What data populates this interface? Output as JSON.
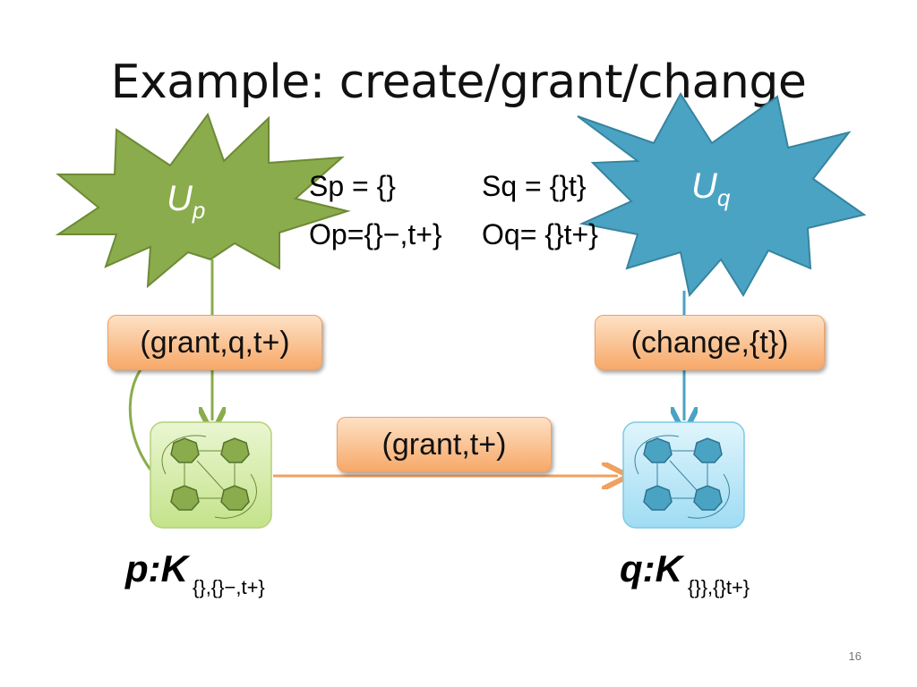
{
  "title": "Example: create/grant/change",
  "slide_number": "16",
  "stars": {
    "up": {
      "main": "U",
      "sub": "p"
    },
    "uq": {
      "main": "U",
      "sub": "q"
    }
  },
  "sets": {
    "sp": "Sp = {}",
    "op": "Op={}−,t+}",
    "sq": "Sq = {}t}",
    "oq": "Oq= {}t+}"
  },
  "labels": {
    "grant_q": "(grant,q,t+)",
    "change": "(change,{t})",
    "grant_t": "(grant,t+)"
  },
  "nodes": {
    "p": {
      "label": "p:K",
      "sub": "{},{}−,t+}"
    },
    "q": {
      "label": "q:K",
      "sub": "{}},{}t+}"
    }
  },
  "colors": {
    "green": "#8aac4c",
    "green_light": "#cfe99e",
    "blue": "#4aa3c3",
    "blue_light": "#b7e4f5",
    "orange": "#f0a060"
  }
}
